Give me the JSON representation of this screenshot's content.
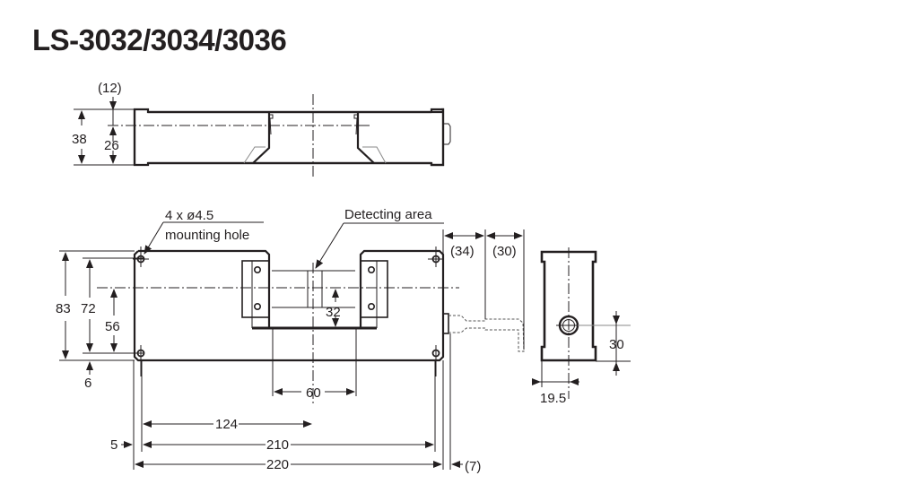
{
  "title": "LS-3032/3034/3036",
  "side_view": {
    "dims": {
      "offset_12": "(12)",
      "height_38": "38",
      "height_26": "26"
    }
  },
  "front_view": {
    "callouts": {
      "mounting_hole_spec": "4 x ø4.5",
      "mounting_hole_label": "mounting hole",
      "detecting_area": "Detecting area"
    },
    "dims": {
      "height_83": "83",
      "height_72": "72",
      "height_56": "56",
      "offset_6": "6",
      "gap_32": "32",
      "width_60": "60",
      "width_124": "124",
      "width_210": "210",
      "width_220": "220",
      "offset_5": "5",
      "offset_7": "(7)",
      "cable_34": "(34)",
      "cable_30": "(30)"
    }
  },
  "end_view": {
    "dims": {
      "height_30": "30",
      "width_19_5": "19.5"
    }
  }
}
